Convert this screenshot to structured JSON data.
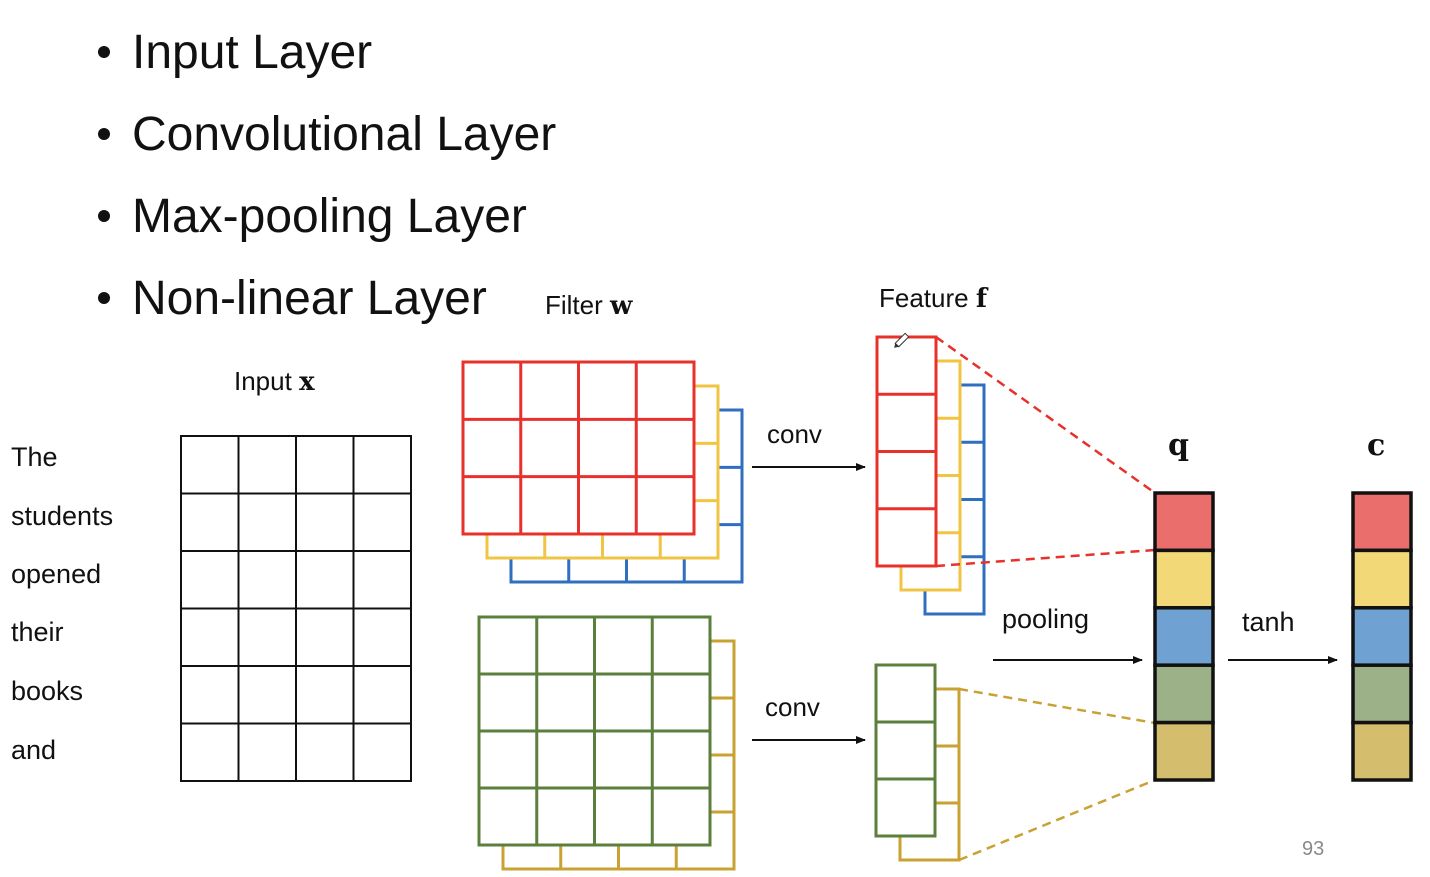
{
  "bullets": [
    "Input Layer",
    "Convolutional Layer",
    "Max-pooling Layer",
    "Non-linear Layer"
  ],
  "labels": {
    "input_prefix": "Input ",
    "input_var": "x",
    "filter_prefix": "Filter ",
    "filter_var": "w",
    "feature_prefix": "Feature ",
    "feature_var": "f",
    "conv_top": "conv",
    "conv_bottom": "conv",
    "pooling": "pooling",
    "tanh": "tanh",
    "q": "q",
    "c": "c"
  },
  "words": [
    "The",
    "students",
    "opened",
    "their",
    "books",
    "and"
  ],
  "page_number": "93",
  "colors": {
    "red": "#e8312a",
    "yellow": "#f2c443",
    "blue": "#2f6fbf",
    "green": "#5b7f3c",
    "gold": "#c9a233",
    "cells": [
      "#e96e6c",
      "#f2d877",
      "#6fa1d2",
      "#9cb188",
      "#d5bd6e"
    ]
  }
}
